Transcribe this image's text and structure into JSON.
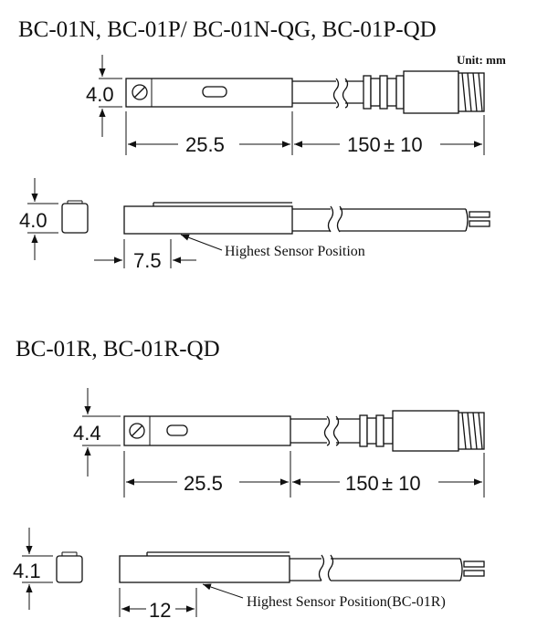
{
  "top": {
    "title": "BC-01N, BC-01P/ BC-01N-QG, BC-01P-QD",
    "unit": "Unit: mm",
    "height_label": "4.0",
    "length_label": "25.5",
    "cable_label": "150",
    "cable_tol_label": "± 10",
    "side_height_label": "4.0",
    "sensor_offset_label": "7.5",
    "sensor_note": "Highest Sensor Position"
  },
  "bottom": {
    "title": "BC-01R, BC-01R-QD",
    "height_label": "4.4",
    "length_label": "25.5",
    "cable_label": "150",
    "cable_tol_label": "± 10",
    "side_height_label": "4.1",
    "sensor_offset_label": "12",
    "sensor_note": "Highest Sensor Position(BC-01R)"
  }
}
